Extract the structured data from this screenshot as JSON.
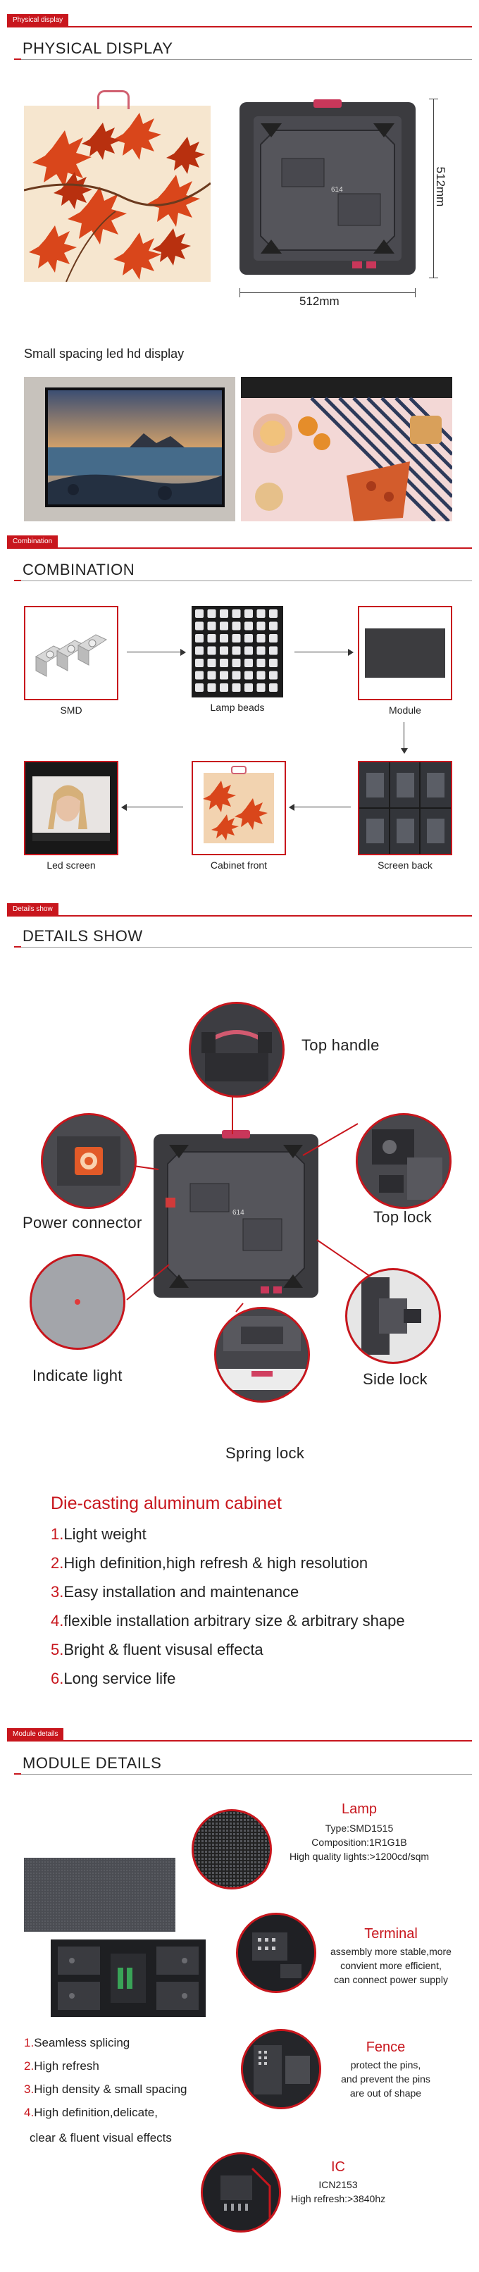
{
  "physical": {
    "tag": "Physical display",
    "title": "PHYSICAL DISPLAY",
    "dim_width": "512mm",
    "dim_height": "512mm",
    "cabinet_badge": "614",
    "subtitle": "Small spacing led hd display"
  },
  "combination": {
    "tag": "Combination",
    "title": "COMBINATION",
    "items": {
      "smd": "SMD",
      "lamp": "Lamp beads",
      "module": "Module",
      "led_screen": "Led screen",
      "cabinet_front": "Cabinet front",
      "screen_back": "Screen back"
    }
  },
  "details": {
    "tag": "Details show",
    "title": "DETAILS SHOW",
    "cabinet_badge": "614",
    "parts": {
      "top_handle": "Top handle",
      "power_connector": "Power connector",
      "top_lock": "Top lock",
      "indicate_light": "Indicate light",
      "side_lock": "Side lock",
      "spring_lock": "Spring lock"
    },
    "heading": "Die-casting aluminum cabinet",
    "features": [
      {
        "num": "1.",
        "text": "Light weight"
      },
      {
        "num": "2.",
        "text": "High definition,high refresh & high resolution"
      },
      {
        "num": "3.",
        "text": "Easy installation and maintenance"
      },
      {
        "num": "4.",
        "text": "flexible installation arbitrary size & arbitrary shape"
      },
      {
        "num": "5.",
        "text": "Bright & fluent visusal effecta"
      },
      {
        "num": "6.",
        "text": "Long service life"
      }
    ]
  },
  "module": {
    "tag": "Module details",
    "title": "MODULE DETAILS",
    "features": [
      {
        "num": "1.",
        "text": "Seamless splicing"
      },
      {
        "num": "2.",
        "text": "High refresh"
      },
      {
        "num": "3.",
        "text": "High density & small spacing"
      },
      {
        "num": "4.",
        "text": "High definition,delicate,"
      }
    ],
    "feature_cont": "clear & fluent visual effects",
    "specs": {
      "lamp": {
        "title": "Lamp",
        "lines": [
          "Type:SMD1515",
          "Composition:1R1G1B",
          "High quality lights:>1200cd/sqm"
        ]
      },
      "terminal": {
        "title": "Terminal",
        "lines": [
          "assembly more stable,more",
          "convient more efficient,",
          "can connect power supply"
        ]
      },
      "fence": {
        "title": "Fence",
        "lines": [
          "protect the pins,",
          "and prevent the pins",
          "are out of shape"
        ]
      },
      "ic": {
        "title": "IC",
        "lines": [
          "ICN2153",
          "High refresh:>3840hz"
        ]
      }
    }
  },
  "colors": {
    "accent": "#c8161d",
    "text": "#222222"
  }
}
